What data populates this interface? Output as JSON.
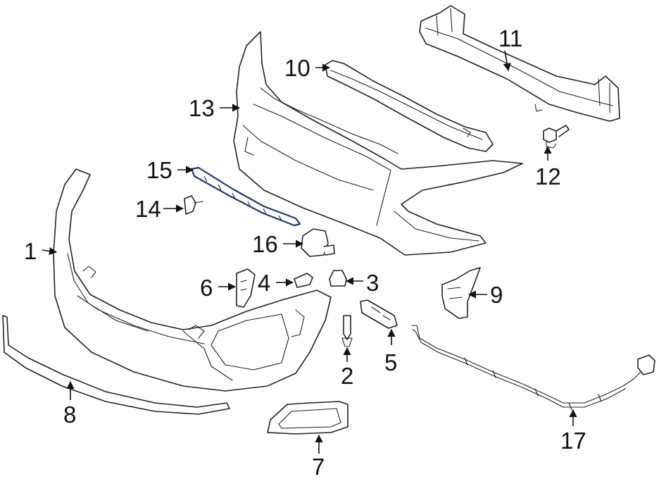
{
  "diagram": {
    "accent_color": "#1f3b73",
    "callouts": [
      {
        "id": "1",
        "label": "1"
      },
      {
        "id": "2",
        "label": "2"
      },
      {
        "id": "3",
        "label": "3"
      },
      {
        "id": "4",
        "label": "4"
      },
      {
        "id": "5",
        "label": "5"
      },
      {
        "id": "6",
        "label": "6"
      },
      {
        "id": "7",
        "label": "7"
      },
      {
        "id": "8",
        "label": "8"
      },
      {
        "id": "9",
        "label": "9"
      },
      {
        "id": "10",
        "label": "10"
      },
      {
        "id": "11",
        "label": "11"
      },
      {
        "id": "12",
        "label": "12"
      },
      {
        "id": "13",
        "label": "13"
      },
      {
        "id": "14",
        "label": "14"
      },
      {
        "id": "15",
        "label": "15"
      },
      {
        "id": "16",
        "label": "16"
      },
      {
        "id": "17",
        "label": "17"
      }
    ]
  }
}
